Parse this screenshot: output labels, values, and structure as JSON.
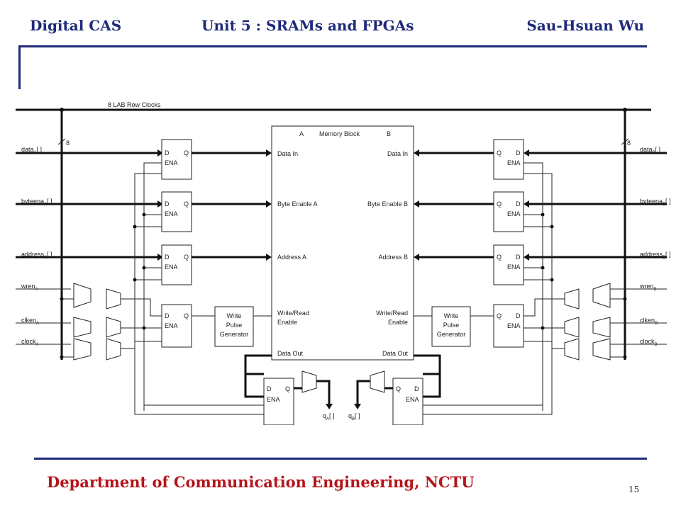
{
  "header": {
    "left": "Digital CAS",
    "center": "Unit 5 : SRAMs and FPGAs",
    "right": "Sau-Hsuan Wu"
  },
  "footer": {
    "department": "Department of Communication Engineering, NCTU",
    "page_number": "15"
  },
  "diagram": {
    "row_clocks_label": "8 LAB Row Clocks",
    "bus_width": "8",
    "memory_block": {
      "title": "Memory Block",
      "port_a": "A",
      "port_b": "B",
      "left_ports": [
        "Data In",
        "Byte Enable A",
        "Address A",
        "Write/Read",
        "Enable",
        "Data Out"
      ],
      "right_ports": [
        "Data In",
        "Byte Enable B",
        "Address B",
        "Write/Read",
        "Enable",
        "Data Out"
      ]
    },
    "register_labels": {
      "d": "D",
      "q": "Q",
      "ena": "ENA"
    },
    "pulse_generator": [
      "Write",
      "Pulse",
      "Generator"
    ],
    "signals_a": [
      "data",
      "byteena",
      "address",
      "wren",
      "clken",
      "clock"
    ],
    "signals_b": [
      "data",
      "byteena",
      "address",
      "wren",
      "clken",
      "clock"
    ],
    "suffix_a": "A",
    "suffix_b": "B",
    "bracket": "[ ]",
    "output_a": "q",
    "output_b": "q"
  }
}
